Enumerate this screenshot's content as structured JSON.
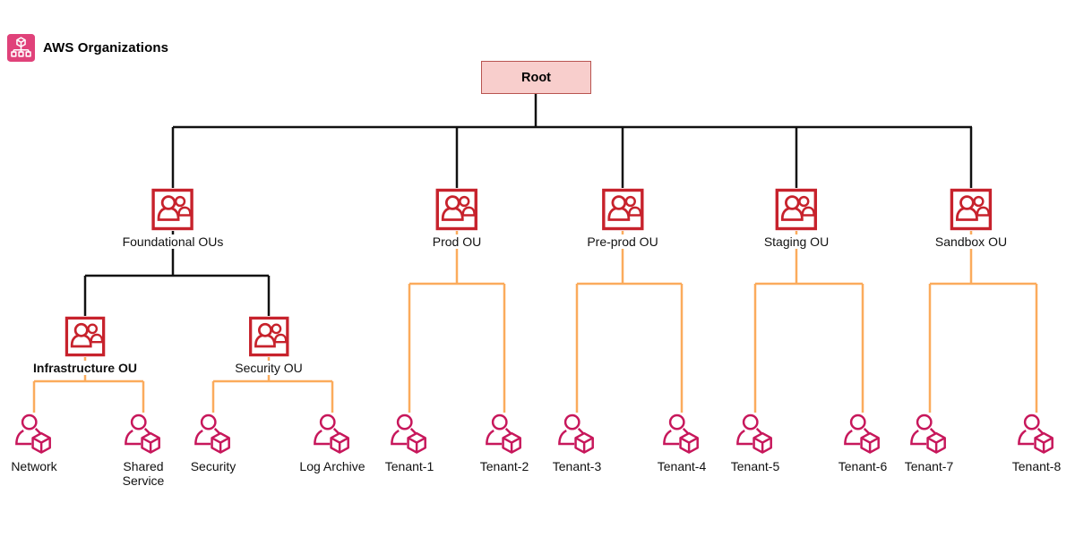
{
  "app": {
    "title": "AWS Organizations"
  },
  "nodes": {
    "root": "Root",
    "foundational": "Foundational OUs",
    "prod": "Prod OU",
    "preprod": "Pre-prod OU",
    "staging": "Staging OU",
    "sandbox": "Sandbox OU",
    "infrastructure": "Infrastructure OU",
    "security_ou": "Security OU",
    "network": "Network",
    "shared_service": "Shared Service",
    "security": "Security",
    "log_archive": "Log Archive",
    "tenant_1": "Tenant-1",
    "tenant_2": "Tenant-2",
    "tenant_3": "Tenant-3",
    "tenant_4": "Tenant-4",
    "tenant_5": "Tenant-5",
    "tenant_6": "Tenant-6",
    "tenant_7": "Tenant-7",
    "tenant_8": "Tenant-8"
  },
  "hierarchy": {
    "Root": [
      "Foundational OUs",
      "Prod OU",
      "Pre-prod OU",
      "Staging OU",
      "Sandbox OU"
    ],
    "Foundational OUs": [
      "Infrastructure OU",
      "Security OU"
    ],
    "Infrastructure OU": [
      "Network",
      "Shared Service"
    ],
    "Security OU": [
      "Security",
      "Log Archive"
    ],
    "Prod OU": [
      "Tenant-1",
      "Tenant-2"
    ],
    "Pre-prod OU": [
      "Tenant-3",
      "Tenant-4"
    ],
    "Staging OU": [
      "Tenant-5",
      "Tenant-6"
    ],
    "Sandbox OU": [
      "Tenant-7",
      "Tenant-8"
    ]
  },
  "colors": {
    "root_fill": "#f8cecc",
    "root_border": "#b85450",
    "black_edge": "#111111",
    "orange_edge": "#fbab5c",
    "ou_icon_red": "#c7222c",
    "account_icon_magenta": "#c7175b",
    "logo_pink": "#e0427a"
  }
}
